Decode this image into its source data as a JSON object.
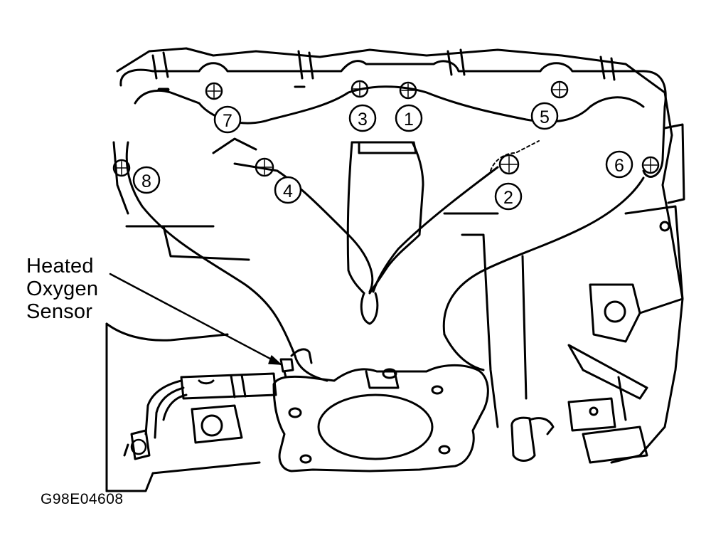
{
  "callout": {
    "line1": "Heated",
    "line2": "Oxygen",
    "line3": "Sensor"
  },
  "bolt_numbers": [
    "1",
    "2",
    "3",
    "4",
    "5",
    "6",
    "7",
    "8"
  ],
  "figure_id": "G98E04608"
}
